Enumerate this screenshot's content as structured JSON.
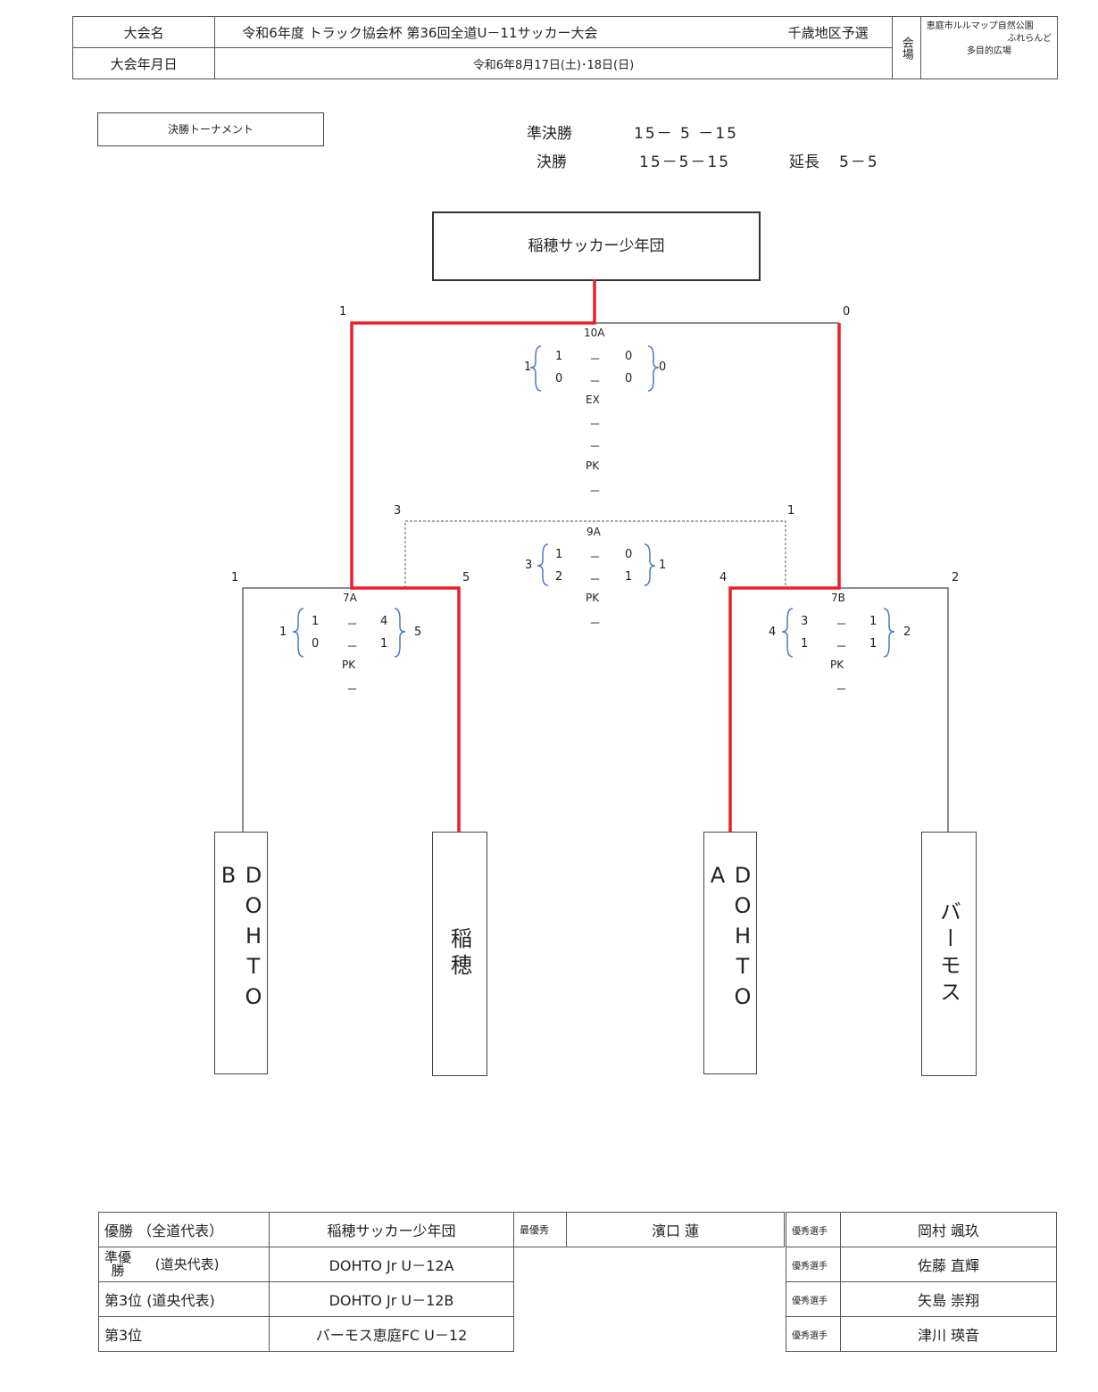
{
  "header": {
    "label_name": "大会名",
    "name": "令和6年度 トラック協会杯 第36回全道U－11サッカー大会",
    "region": "千歳地区予選",
    "label_date": "大会年月日",
    "date": "令和6年8月17日(土)･18日(日)",
    "label_venue": "会場",
    "venue_1": "恵庭市ルルマップ自然公園",
    "venue_2": "ふれらんど",
    "venue_3": "多目的広場"
  },
  "section_title": "決勝トーナメント",
  "rules": {
    "semi_label": "準決勝",
    "semi_time": "15－ 5 －15",
    "final_label": "決勝",
    "final_time": "15－5－15",
    "ext_label": "延長",
    "ext_time": "5－5"
  },
  "champion": "稲穂サッカー少年団",
  "teams": {
    "t1": "DOHTO B",
    "t2": "稲穂",
    "t3": "DOHTO A",
    "t4": "バーモス"
  },
  "matches": {
    "final": {
      "id": "10A",
      "left_total": "1",
      "right_total": "0",
      "h1_l": "1",
      "h1_r": "0",
      "h2_l": "0",
      "h2_r": "0",
      "ex": "EX",
      "ex_1": "－",
      "ex_2": "－",
      "pk": "PK",
      "pk_v": "－",
      "brace_l": "1",
      "brace_r": "0"
    },
    "third": {
      "id": "9A",
      "left_total": "3",
      "right_total": "1",
      "h1_l": "1",
      "h1_r": "0",
      "h2_l": "2",
      "h2_r": "1",
      "pk": "PK",
      "pk_v": "－",
      "brace_l": "3",
      "brace_r": "1"
    },
    "semi_a": {
      "id": "7A",
      "left_total": "1",
      "right_total": "5",
      "h1_l": "1",
      "h1_r": "4",
      "h2_l": "0",
      "h2_r": "1",
      "pk": "PK",
      "pk_v": "－",
      "brace_l": "1",
      "brace_r": "5"
    },
    "semi_b": {
      "id": "7B",
      "left_total": "4",
      "right_total": "2",
      "h1_l": "3",
      "h1_r": "1",
      "h2_l": "1",
      "h2_r": "1",
      "pk": "PK",
      "pk_v": "－",
      "brace_l": "4",
      "brace_r": "2"
    },
    "dash": "－"
  },
  "results": {
    "r1_label": "優勝 （全道代表）",
    "r1_team": "稲穂サッカー少年団",
    "r2_label_a": "準優",
    "r2_label_b": "勝",
    "r2_label_c": "(道央代表)",
    "r2_team": "DOHTO Jr U－12A",
    "r3_label": "第3位 (道央代表)",
    "r3_team": "DOHTO Jr U－12B",
    "r4_label": "第3位",
    "r4_team": "バーモス恵庭FC U－12",
    "mvp_label": "最優秀",
    "mvp_name": "濱口 蓮",
    "best_label": "優秀選手",
    "best1": "岡村 颯玖",
    "best2": "佐藤 直輝",
    "best3": "矢島 崇翔",
    "best4": "津川 瑛音"
  },
  "colors": {
    "win": "#e8202a",
    "line": "#666666",
    "brace": "#4a78c8"
  }
}
